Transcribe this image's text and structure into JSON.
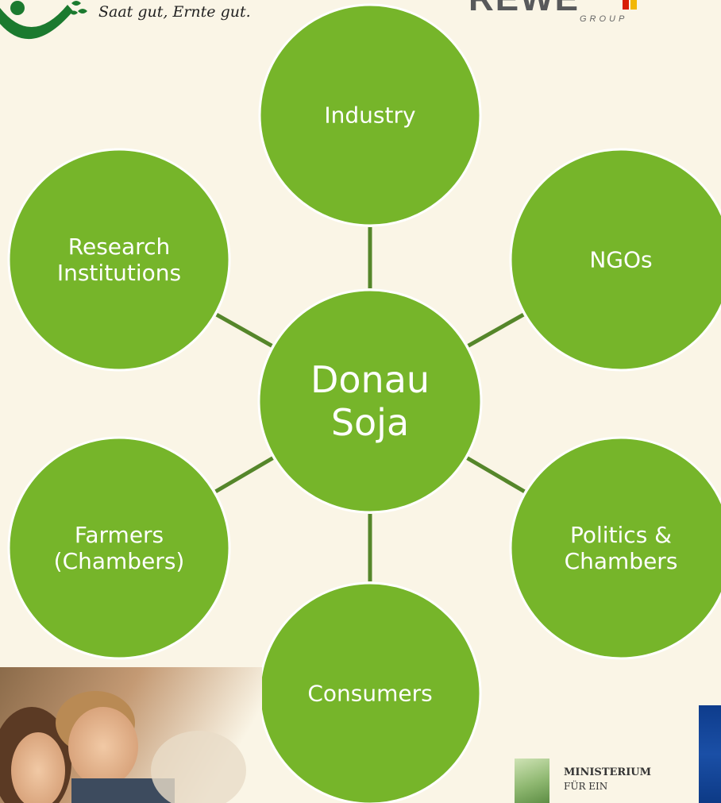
{
  "header": {
    "left_logo_tagline": "Saat gut, Ernte gut.",
    "right_logo_word": "REWE",
    "right_logo_subword": "GROUP"
  },
  "diagram": {
    "center": {
      "line1": "Donau",
      "line2": "Soja"
    },
    "nodes": [
      {
        "id": "industry",
        "lines": [
          "Industry"
        ]
      },
      {
        "id": "ngos",
        "lines": [
          "NGOs"
        ]
      },
      {
        "id": "politics",
        "lines": [
          "Politics &",
          "Chambers"
        ]
      },
      {
        "id": "consumers",
        "lines": [
          "Consumers"
        ]
      },
      {
        "id": "farmers",
        "lines": [
          "Farmers",
          "(Chambers)"
        ]
      },
      {
        "id": "research",
        "lines": [
          "Research",
          "Institutions"
        ]
      }
    ],
    "colors": {
      "node_fill": "#76b52a",
      "node_stroke": "#ffffff",
      "connector": "#55862a",
      "text": "#ffffff",
      "background": "#faf5e6"
    }
  },
  "footer": {
    "ministry_line1": "MINISTERIUM",
    "ministry_line2": "FÜR EIN"
  }
}
